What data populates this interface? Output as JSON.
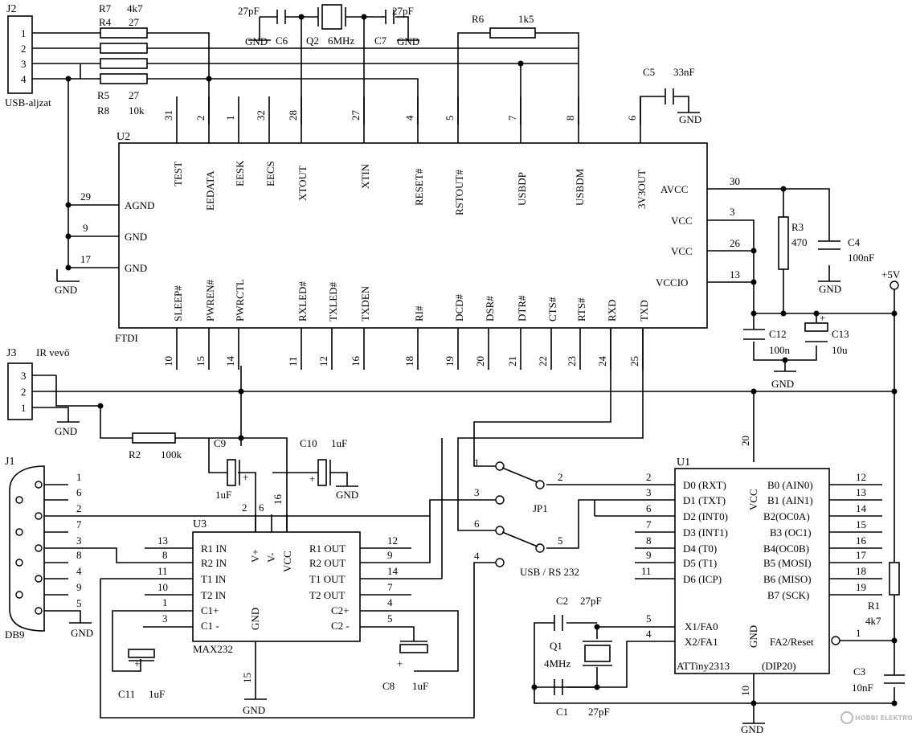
{
  "parts": {
    "j2": {
      "ref": "J2",
      "caption": "USB-aljzat",
      "pins": [
        "1",
        "2",
        "3",
        "4"
      ]
    },
    "j3": {
      "ref": "J3",
      "caption": "IR vevő",
      "pins": [
        "3",
        "2",
        "1"
      ]
    },
    "j1": {
      "ref": "J1",
      "caption": "DB9",
      "pins": [
        "1",
        "6",
        "2",
        "7",
        "3",
        "8",
        "4",
        "9",
        "5"
      ]
    },
    "u2": {
      "ref": "U2",
      "caption": "FTDI"
    },
    "u3": {
      "ref": "U3",
      "caption": "MAX232"
    },
    "u1": {
      "ref": "U1",
      "caption": "ATTiny2313",
      "package": "(DIP20)"
    },
    "jp1": {
      "ref": "JP1",
      "caption": "USB / RS 232",
      "pins": [
        "1",
        "2",
        "3",
        "4",
        "5",
        "6"
      ]
    }
  },
  "resistors": {
    "r7": {
      "ref": "R7",
      "value": "4k7"
    },
    "r4": {
      "ref": "R4",
      "value": "27"
    },
    "r5": {
      "ref": "R5",
      "value": "27"
    },
    "r8": {
      "ref": "R8",
      "value": "10k"
    },
    "r6": {
      "ref": "R6",
      "value": "1k5"
    },
    "r3": {
      "ref": "R3",
      "value": "470"
    },
    "r2": {
      "ref": "R2",
      "value": "100k"
    },
    "r1": {
      "ref": "R1",
      "value": "4k7"
    }
  },
  "capacitors": {
    "c6": {
      "ref": "C6",
      "value": "27pF"
    },
    "c7": {
      "ref": "C7",
      "value": "27pF"
    },
    "c5": {
      "ref": "C5",
      "value": "33nF"
    },
    "c4": {
      "ref": "C4",
      "value": "100nF"
    },
    "c12": {
      "ref": "C12",
      "value": "100n"
    },
    "c13": {
      "ref": "C13",
      "value": "10u"
    },
    "c9": {
      "ref": "C9",
      "value": "1uF"
    },
    "c10": {
      "ref": "C10",
      "value": "1uF"
    },
    "c11": {
      "ref": "C11",
      "value": "1uF"
    },
    "c8": {
      "ref": "C8",
      "value": "1uF"
    },
    "c2": {
      "ref": "C2",
      "value": "27pF"
    },
    "c1": {
      "ref": "C1",
      "value": "27pF"
    },
    "c3": {
      "ref": "C3",
      "value": "10nF"
    }
  },
  "crystals": {
    "q2": {
      "ref": "Q2",
      "value": "6MHz"
    },
    "q1": {
      "ref": "Q1",
      "value": "4MHz"
    }
  },
  "nets": {
    "gnd": "GND",
    "vcc": "+5V",
    "plus": "+"
  },
  "u2_top": [
    {
      "num": "31",
      "name": "TEST"
    },
    {
      "num": "2",
      "name": "EEDATA"
    },
    {
      "num": "1",
      "name": "EESK"
    },
    {
      "num": "32",
      "name": "EECS"
    },
    {
      "num": "28",
      "name": "XTOUT"
    },
    {
      "num": "27",
      "name": "XTIN"
    },
    {
      "num": "4",
      "name": "RESET#"
    },
    {
      "num": "5",
      "name": "RSTOUT#"
    },
    {
      "num": "7",
      "name": "USBDP"
    },
    {
      "num": "8",
      "name": "USBDM"
    },
    {
      "num": "6",
      "name": "3V3OUT"
    }
  ],
  "u2_bottom": [
    {
      "num": "10",
      "name": "SLEEP#"
    },
    {
      "num": "15",
      "name": "PWREN#"
    },
    {
      "num": "14",
      "name": "PWRCTL"
    },
    {
      "num": "11",
      "name": "RXLED#"
    },
    {
      "num": "12",
      "name": "TXLED#"
    },
    {
      "num": "16",
      "name": "TXDEN"
    },
    {
      "num": "18",
      "name": "RI#"
    },
    {
      "num": "19",
      "name": "DCD#"
    },
    {
      "num": "20",
      "name": "DSR#"
    },
    {
      "num": "21",
      "name": "DTR#"
    },
    {
      "num": "22",
      "name": "CTS#"
    },
    {
      "num": "23",
      "name": "RTS#"
    },
    {
      "num": "24",
      "name": "RXD"
    },
    {
      "num": "25",
      "name": "TXD"
    }
  ],
  "u2_left": [
    {
      "num": "29",
      "name": "AGND"
    },
    {
      "num": "9",
      "name": "GND"
    },
    {
      "num": "17",
      "name": "GND"
    }
  ],
  "u2_right": [
    {
      "num": "30",
      "name": "AVCC"
    },
    {
      "num": "3",
      "name": "VCC"
    },
    {
      "num": "26",
      "name": "VCC"
    },
    {
      "num": "13",
      "name": "VCCIO"
    }
  ],
  "u3_left": [
    {
      "num": "13",
      "name": "R1 IN"
    },
    {
      "num": "8",
      "name": "R2 IN"
    },
    {
      "num": "11",
      "name": "T1 IN"
    },
    {
      "num": "10",
      "name": "T2 IN"
    },
    {
      "num": "1",
      "name": "C1+"
    },
    {
      "num": "3",
      "name": "C1 -"
    }
  ],
  "u3_right": [
    {
      "num": "12",
      "name": "R1 OUT"
    },
    {
      "num": "9",
      "name": "R2 OUT"
    },
    {
      "num": "14",
      "name": "T1 OUT"
    },
    {
      "num": "7",
      "name": "T2 OUT"
    },
    {
      "num": "4",
      "name": "C2+"
    },
    {
      "num": "5",
      "name": "C2 -"
    }
  ],
  "u3_top": [
    {
      "num": "2",
      "name": "V+"
    },
    {
      "num": "6",
      "name": "V-"
    },
    {
      "num": "16",
      "name": "VCC"
    }
  ],
  "u3_bottom": {
    "num": "15",
    "name": "GND"
  },
  "u1_left": [
    {
      "num": "2",
      "name": "D0 (RXT)"
    },
    {
      "num": "3",
      "name": "D1 (TXT)"
    },
    {
      "num": "6",
      "name": "D2 (INT0)"
    },
    {
      "num": "7",
      "name": "D3 (INT1)"
    },
    {
      "num": "8",
      "name": "D4 (T0)"
    },
    {
      "num": "9",
      "name": "D5 (T1)"
    },
    {
      "num": "11",
      "name": "D6 (ICP)"
    },
    {
      "num": "5",
      "name": "X1/FA0"
    },
    {
      "num": "4",
      "name": "X2/FA1"
    }
  ],
  "u1_right": [
    {
      "num": "12",
      "name": "B0 (AIN0)"
    },
    {
      "num": "13",
      "name": "B1 (AIN1)"
    },
    {
      "num": "14",
      "name": "B2(OC0A)"
    },
    {
      "num": "15",
      "name": "B3 (OC1)"
    },
    {
      "num": "16",
      "name": "B4(OC0B)"
    },
    {
      "num": "17",
      "name": "B5 (MOSI)"
    },
    {
      "num": "18",
      "name": "B6 (MISO)"
    },
    {
      "num": "19",
      "name": "B7 (SCK)"
    },
    {
      "num": "1",
      "name": "FA2/Reset"
    }
  ],
  "u1_top": {
    "num": "20",
    "name": "VCC"
  },
  "u1_bottom": {
    "num": "10",
    "name": "GND"
  },
  "watermark": "HOBBI ELEKTRONIKA"
}
